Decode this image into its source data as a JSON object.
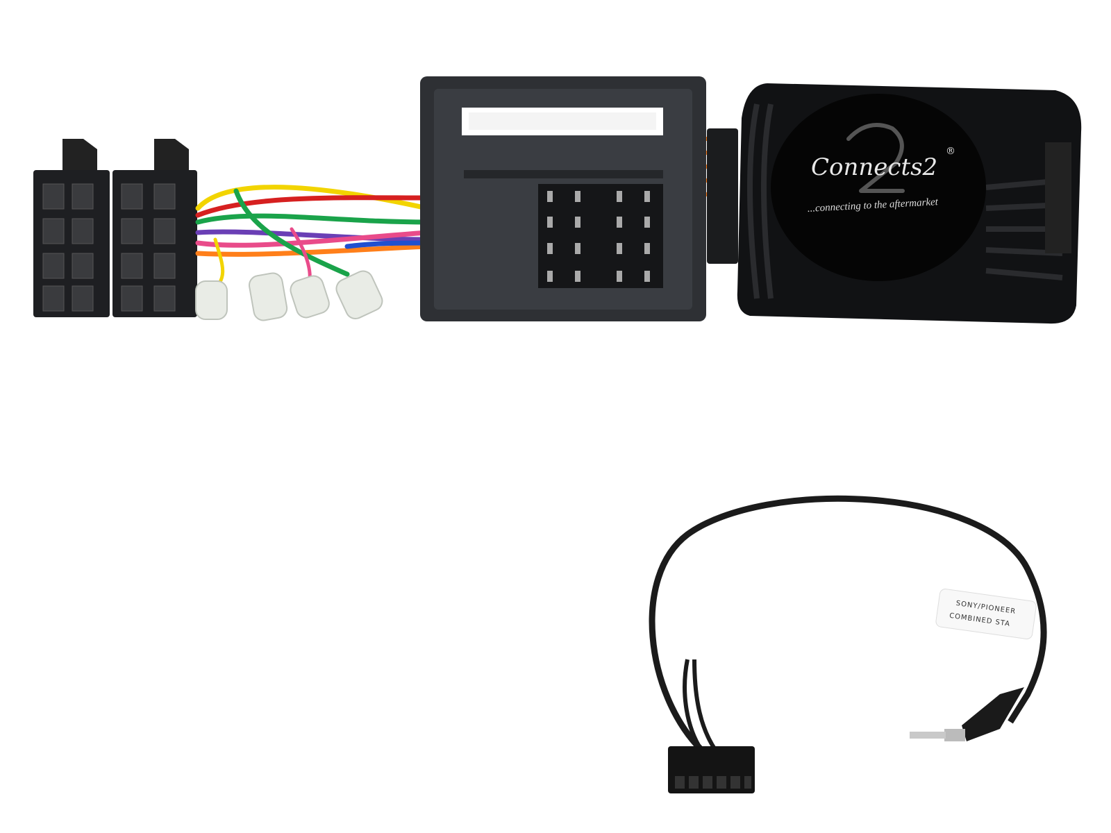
{
  "product": {
    "brand_logo": "Connects2",
    "registered_mark": "®",
    "tagline": "...connecting to the aftermarket",
    "cable_label_line1": "SONY/PIONEER",
    "cable_label_line2": "COMBINED STA"
  },
  "colors": {
    "background": "#ffffff",
    "housing": "#2e3034",
    "module": "#111214",
    "wires": [
      "#f2d400",
      "#1aa34a",
      "#e94b8a",
      "#ff7f1a",
      "#6a3fb5",
      "#d62020",
      "#2050d0",
      "#9ad0e8"
    ]
  }
}
